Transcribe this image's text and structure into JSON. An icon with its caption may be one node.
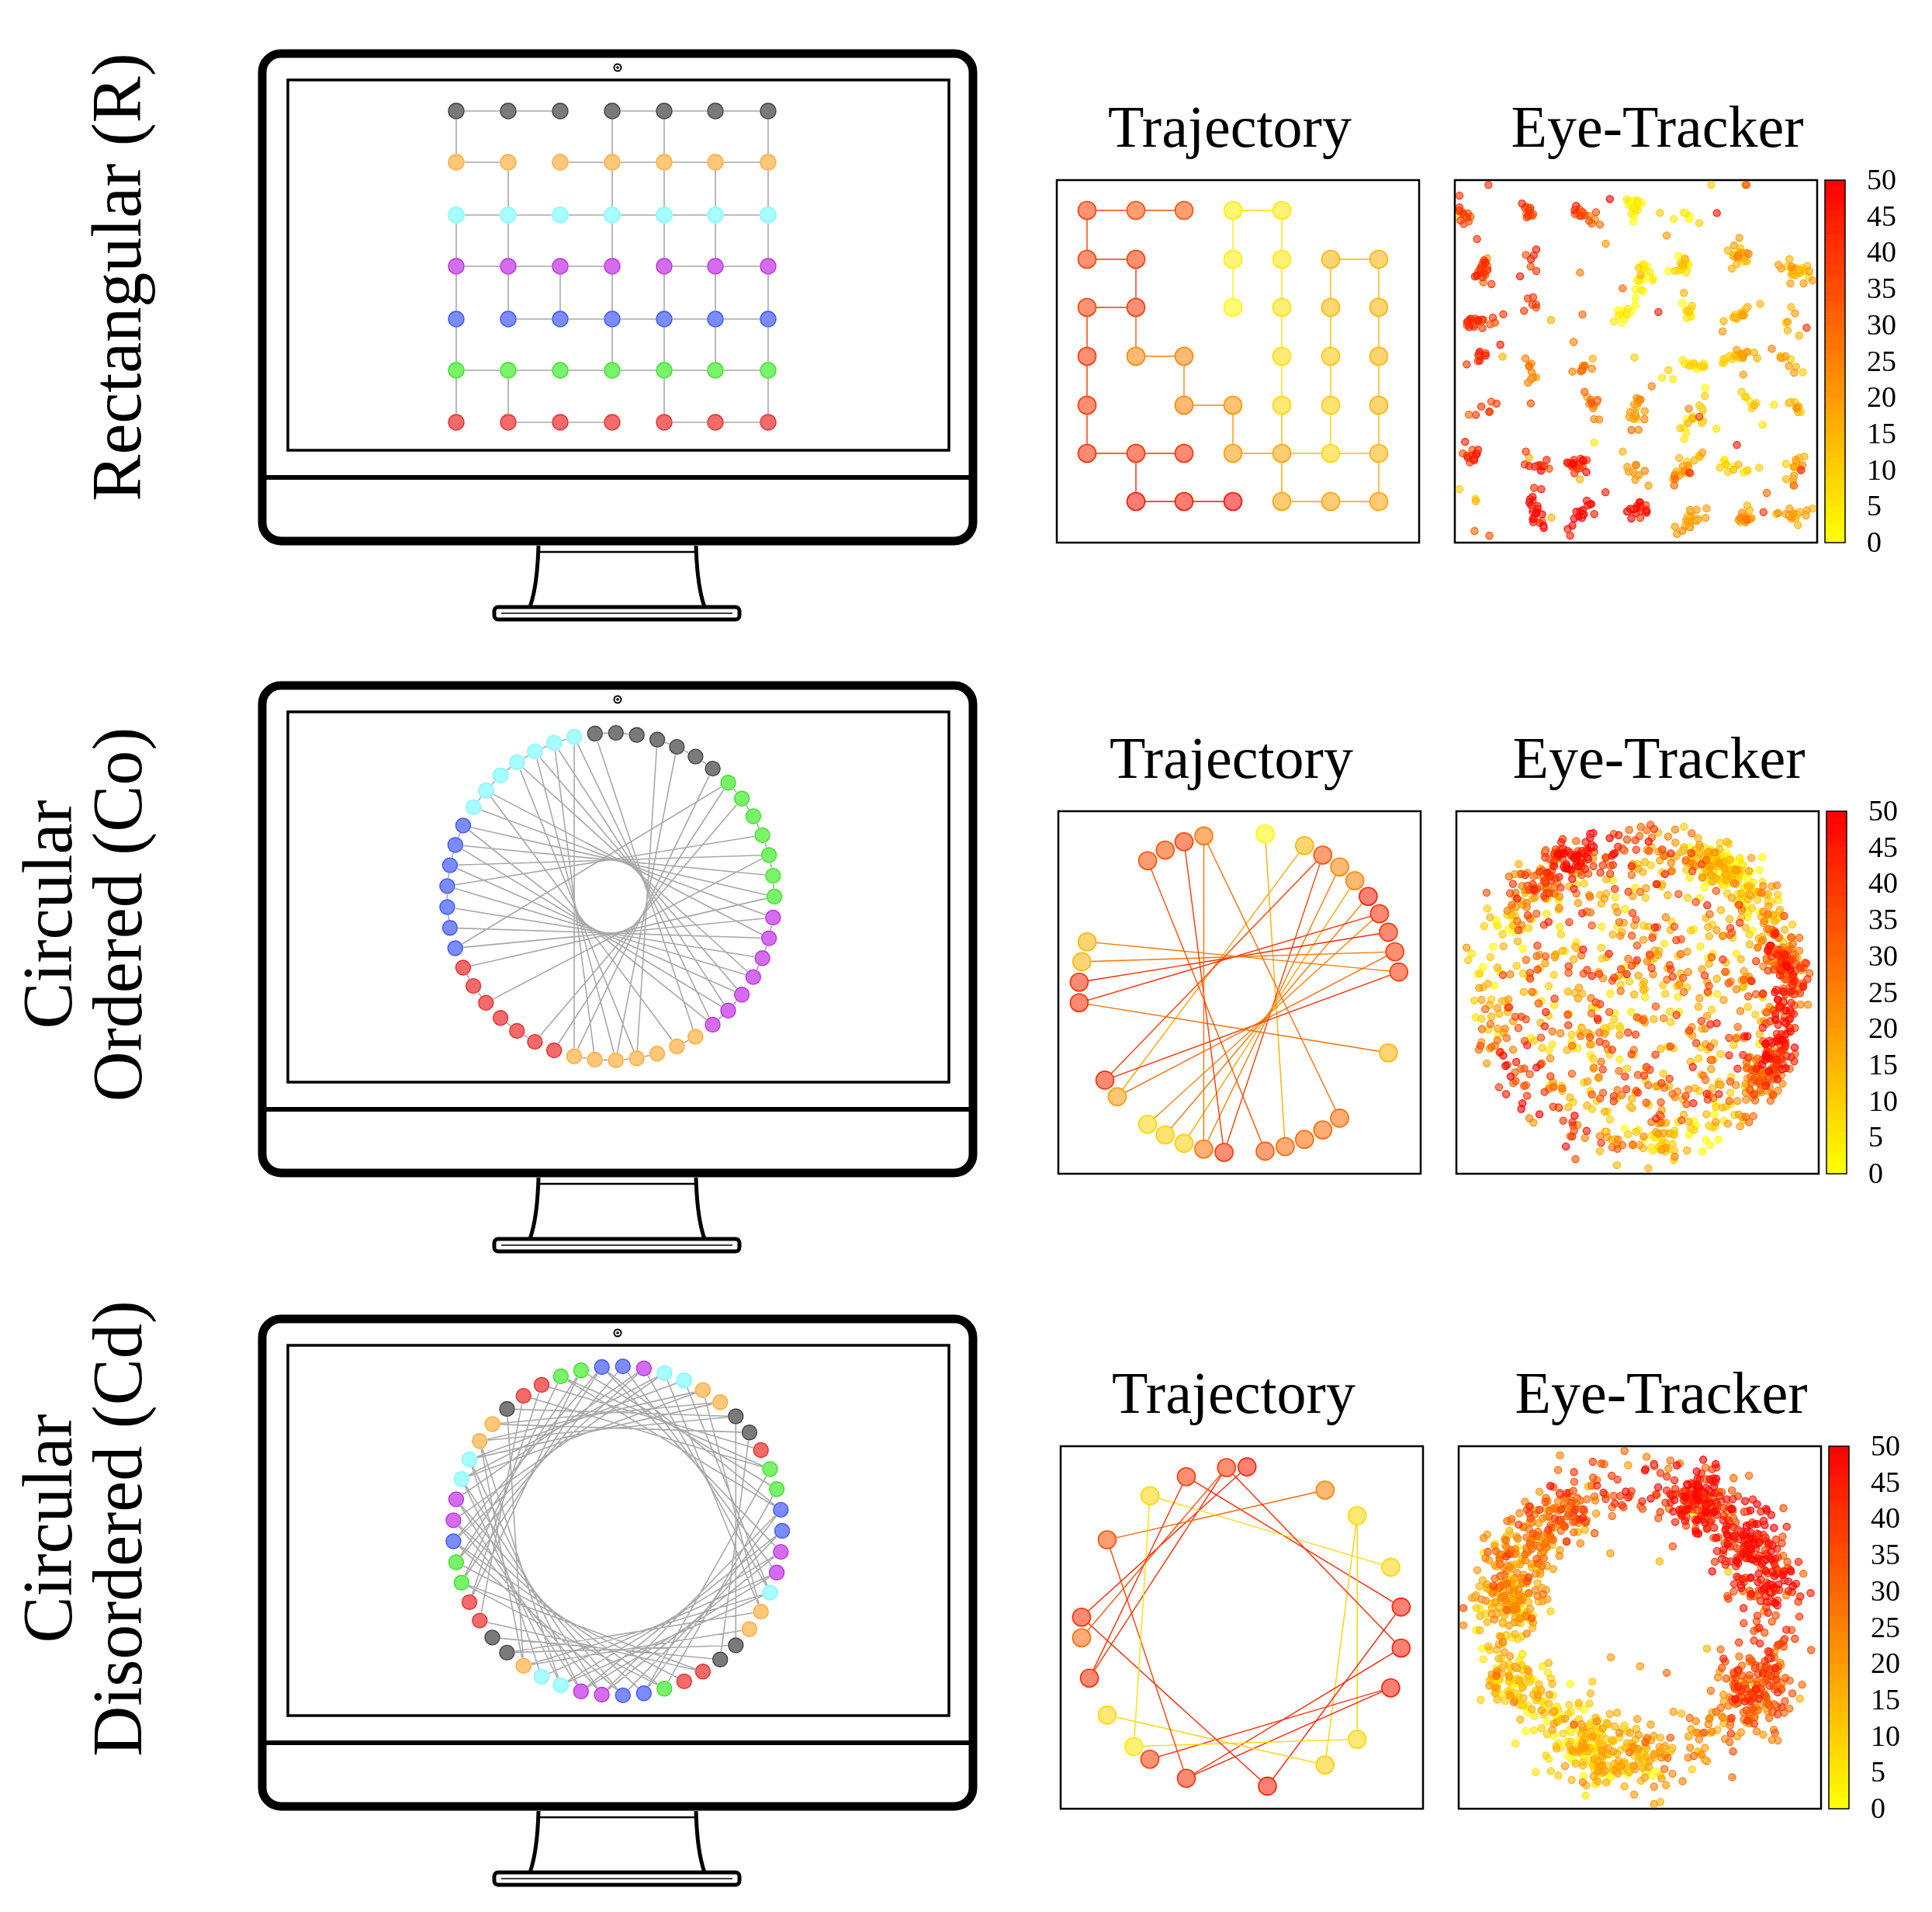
{
  "diagram": {
    "labels": [
      "Rectangular (R)",
      "Trajectory",
      "Eye-Tracker",
      "50",
      "45",
      "40",
      "35",
      "30",
      "25",
      "20",
      "15",
      "10",
      "5",
      "0",
      "Circular Ordered (Co)",
      "Trajectory",
      "Eye-Tracker",
      "50",
      "45",
      "40",
      "35",
      "30",
      "25",
      "20",
      "15",
      "10",
      "5",
      "0",
      "Circular Disordered (Cd)",
      "Trajectory",
      "Eye-Tracker",
      "50",
      "45",
      "40",
      "35",
      "30",
      "25",
      "20",
      "15",
      "10",
      "5",
      "0"
    ]
  }
}
